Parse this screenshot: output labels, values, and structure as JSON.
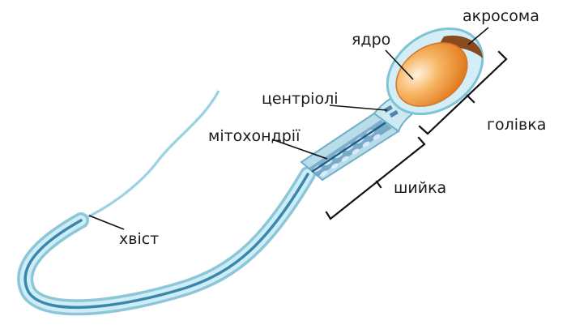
{
  "labels": {
    "acrosome": "акросома",
    "nucleus": "ядро",
    "centrioles": "центріолі",
    "mitochondria": "мітохондрії",
    "head": "голівка",
    "neck": "шийка",
    "tail": "хвіст"
  },
  "colors": {
    "tail_outer": "#9fd0df",
    "tail_mid": "#c9ecf5",
    "tail_core": "#2f7fa6",
    "membrane": "#7fc3d6",
    "nucleus_fill": "#f39a3a",
    "nucleus_highlight": "#fde2bd",
    "acrosome_fill": "#8a4a1f",
    "mito_fill": "#5f8fb5"
  }
}
